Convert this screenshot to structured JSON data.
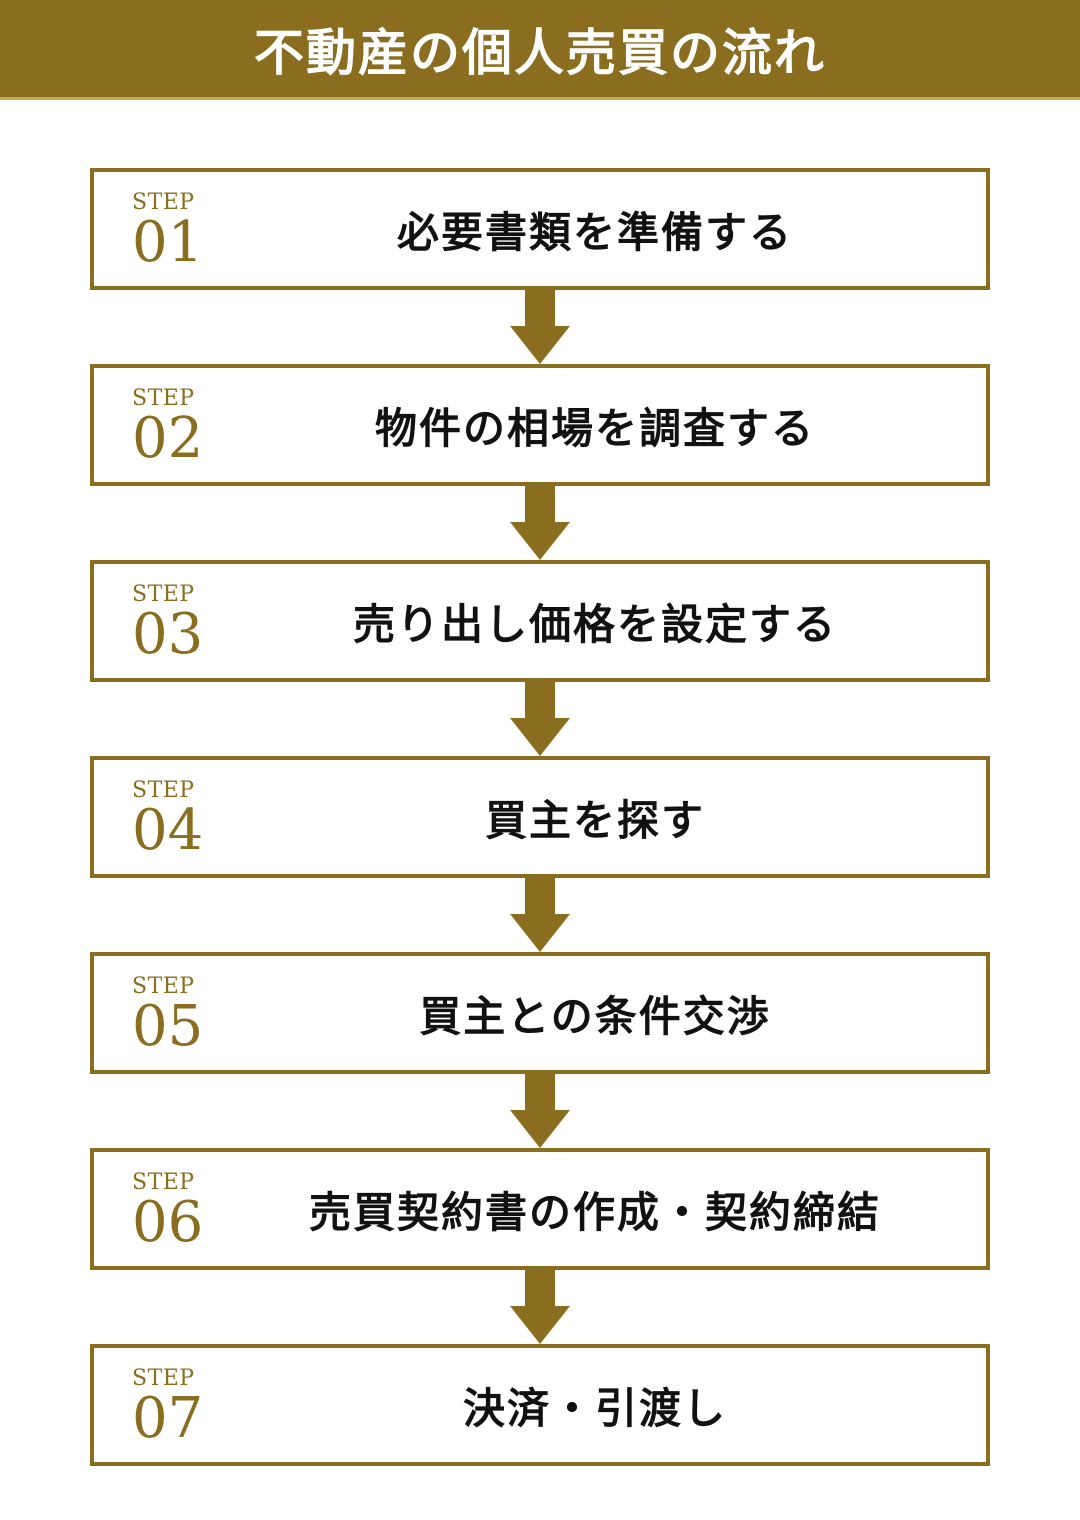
{
  "title": "不動産の個人売買の流れ",
  "colors": {
    "accent": "#8a6d1f",
    "title_text": "#ffffff",
    "step_text": "#111111",
    "background": "#ffffff"
  },
  "steps": [
    {
      "tag": "STEP",
      "number": "01",
      "label": "必要書類を準備する"
    },
    {
      "tag": "STEP",
      "number": "02",
      "label": "物件の相場を調査する"
    },
    {
      "tag": "STEP",
      "number": "03",
      "label": "売り出し価格を設定する"
    },
    {
      "tag": "STEP",
      "number": "04",
      "label": "買主を探す"
    },
    {
      "tag": "STEP",
      "number": "05",
      "label": "買主との条件交渉"
    },
    {
      "tag": "STEP",
      "number": "06",
      "label": "売買契約書の作成・契約締結"
    },
    {
      "tag": "STEP",
      "number": "07",
      "label": "決済・引渡し"
    }
  ]
}
